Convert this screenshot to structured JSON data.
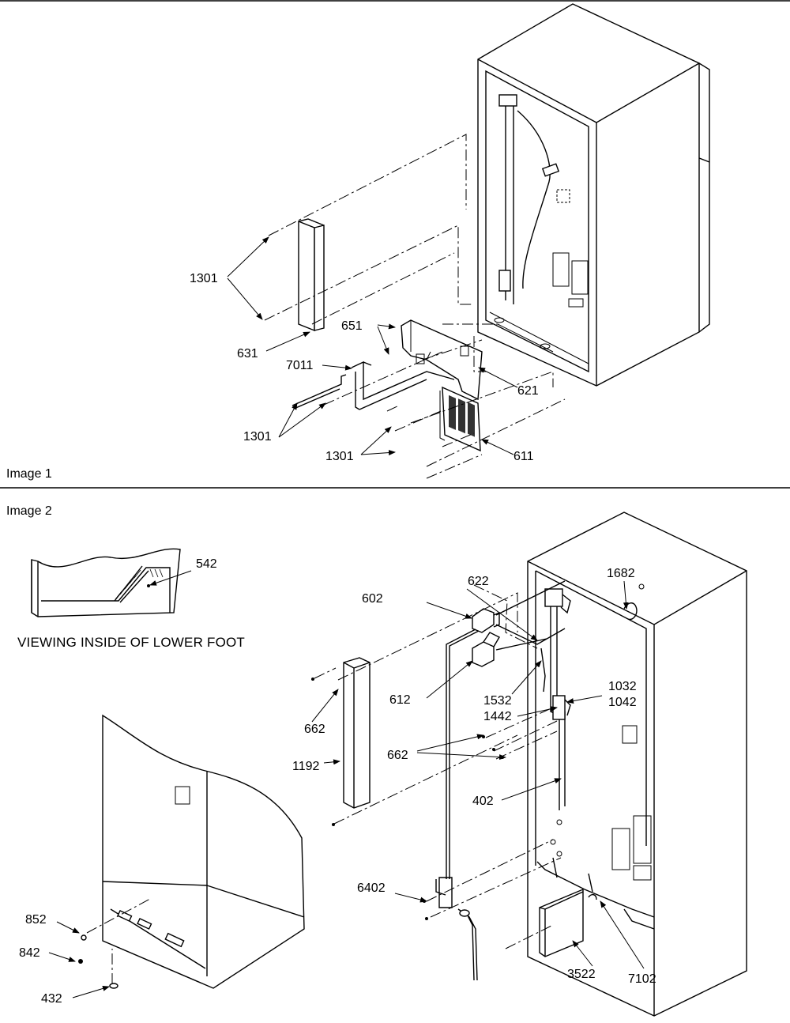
{
  "image_1": {
    "caption": "Image 1",
    "labels": {
      "p1301_top": "1301",
      "p631": "631",
      "p651": "651",
      "p7011": "7011",
      "p621": "621",
      "p1301_left": "1301",
      "p1301_bottom": "1301",
      "p611": "611"
    }
  },
  "image_2": {
    "caption": "Image 2",
    "note": "VIEWING INSIDE OF LOWER FOOT",
    "labels": {
      "p542": "542",
      "p622": "622",
      "p602": "602",
      "p1682": "1682",
      "p612": "612",
      "p1532": "1532",
      "p1032": "1032",
      "p1042": "1042",
      "p1442": "1442",
      "p662_a": "662",
      "p662_b": "662",
      "p1192": "1192",
      "p402": "402",
      "p6402": "6402",
      "p852": "852",
      "p842": "842",
      "p432": "432",
      "p3522": "3522",
      "p7102": "7102"
    }
  }
}
